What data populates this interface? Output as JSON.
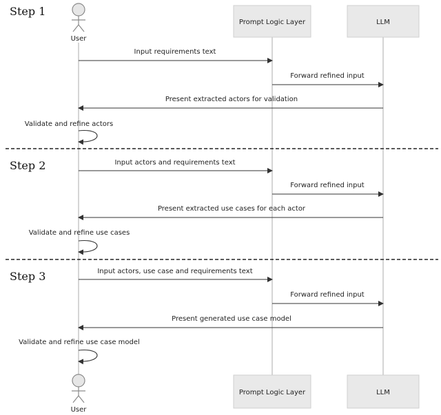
{
  "steps": [
    "Step 1",
    "Step 2",
    "Step 3"
  ],
  "participants": {
    "user": "User",
    "prompt_logic": "Prompt Logic Layer",
    "llm": "LLM"
  },
  "messages": [
    {
      "from": "user",
      "to": "prompt_logic",
      "label": "Input requirements text"
    },
    {
      "from": "prompt_logic",
      "to": "llm",
      "label": "Forward refined input"
    },
    {
      "from": "llm",
      "to": "user",
      "label": "Present extracted actors for validation"
    },
    {
      "from": "user",
      "to": "user",
      "label": "Validate and refine actors"
    },
    {
      "from": "user",
      "to": "prompt_logic",
      "label": "Input actors and requirements text"
    },
    {
      "from": "prompt_logic",
      "to": "llm",
      "label": "Forward refined input"
    },
    {
      "from": "llm",
      "to": "user",
      "label": "Present extracted use cases for each actor"
    },
    {
      "from": "user",
      "to": "user",
      "label": "Validate and refine use cases"
    },
    {
      "from": "user",
      "to": "prompt_logic",
      "label": "Input actors, use case and requirements text"
    },
    {
      "from": "prompt_logic",
      "to": "llm",
      "label": "Forward refined input"
    },
    {
      "from": "llm",
      "to": "user",
      "label": "Present generated use case model"
    },
    {
      "from": "user",
      "to": "user",
      "label": "Validate and refine use case model"
    }
  ],
  "colors": {
    "box_fill": "#e9e9e9",
    "lifeline": "#b9b9b9",
    "arrow": "#333333"
  }
}
